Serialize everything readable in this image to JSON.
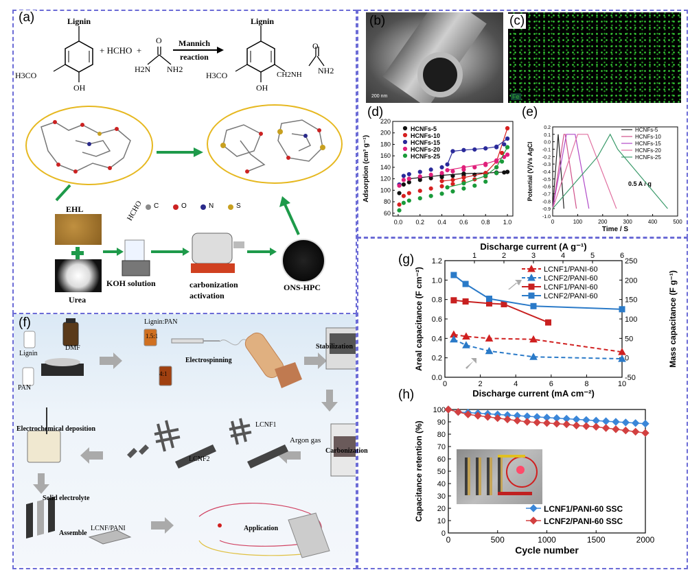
{
  "panel_labels": {
    "a": "(a)",
    "b": "(b)",
    "c": "(c)",
    "d": "(d)",
    "e": "(e)",
    "f": "(f)",
    "g": "(g)",
    "h": "(h)"
  },
  "panel_a": {
    "lignin_left": "Lignin",
    "lignin_right": "Lignin",
    "plus1": "+ HCHO  +",
    "arrow_top": "Mannich",
    "arrow_bottom": "reaction",
    "h3co_left": "H3CO",
    "oh_left": "OH",
    "h2n": "H2N",
    "nh2": "NH2",
    "o_urea": "O",
    "h3co_right": "H3CO",
    "oh_right": "OH",
    "ch2nh": "CH2NH",
    "nh2_right": "NH2",
    "o_right": "O",
    "legend": [
      "C",
      "O",
      "N",
      "S"
    ],
    "legend_colors": [
      "#8a8a8a",
      "#cc2222",
      "#2a2a8a",
      "#c8a020"
    ],
    "ehl": "EHL",
    "urea": "Urea",
    "hcho": "HCHO",
    "koh": "KOH solution",
    "carb1": "carbonization",
    "carb2": "activation",
    "onshpc": "ONS-HPC"
  },
  "panel_b": {
    "scale": "200 nm"
  },
  "panel_c": {
    "element": "Fe"
  },
  "panel_f": {
    "lignin": "Lignin",
    "pan": "PAN",
    "dmf": "DMF",
    "lignin_pan": "Lignin:PAN",
    "r1": "1.5:1",
    "r2": "4:1",
    "electrospinning": "Electrospinning",
    "stabilization": "Stabilization",
    "ecd": "Electrochemical deposition",
    "lcnf1": "LCNF1",
    "lcnf2": "LCNF2",
    "argon": "Argon gas",
    "carbonization": "Carbonization",
    "solid": "Solid electrolyte",
    "assemble": "Assemble",
    "lcnfpani": "LCNF/PANI",
    "application": "Application"
  },
  "chart_data": [
    {
      "id": "d",
      "type": "scatter",
      "ylabel": "Adsorption (cm³ g⁻¹)",
      "xlim": [
        -0.05,
        1.05
      ],
      "ylim": [
        55,
        220
      ],
      "xticks": [
        "0.0",
        "0.2",
        "0.4",
        "0.6",
        "0.8",
        "1.0"
      ],
      "yticks": [
        "60",
        "80",
        "100",
        "120",
        "140",
        "160",
        "180",
        "200",
        "220"
      ],
      "series": [
        {
          "name": "HCNFs-5",
          "color": "#111111",
          "ads": [
            [
              0.01,
              95
            ],
            [
              0.05,
              110
            ],
            [
              0.1,
              114
            ],
            [
              0.2,
              118
            ],
            [
              0.3,
              121
            ],
            [
              0.4,
              123
            ],
            [
              0.5,
              125
            ],
            [
              0.6,
              126
            ],
            [
              0.7,
              127
            ],
            [
              0.8,
              128
            ],
            [
              0.9,
              130
            ],
            [
              0.97,
              131
            ],
            [
              1.0,
              132
            ]
          ],
          "des": [
            [
              1.0,
              132
            ],
            [
              0.9,
              131
            ],
            [
              0.8,
              130
            ],
            [
              0.6,
              129
            ],
            [
              0.4,
              126
            ],
            [
              0.2,
              122
            ],
            [
              0.1,
              120
            ]
          ]
        },
        {
          "name": "HCNFs-10",
          "color": "#d62020",
          "ads": [
            [
              0.01,
              75
            ],
            [
              0.05,
              90
            ],
            [
              0.1,
              95
            ],
            [
              0.2,
              99
            ],
            [
              0.3,
              103
            ],
            [
              0.4,
              107
            ],
            [
              0.5,
              111
            ],
            [
              0.6,
              115
            ],
            [
              0.7,
              119
            ],
            [
              0.8,
              124
            ],
            [
              0.9,
              140
            ],
            [
              0.95,
              165
            ],
            [
              1.0,
              208
            ]
          ],
          "des": [
            [
              1.0,
              208
            ],
            [
              0.9,
              150
            ],
            [
              0.8,
              130
            ],
            [
              0.6,
              122
            ],
            [
              0.5,
              118
            ],
            [
              0.4,
              116
            ]
          ]
        },
        {
          "name": "HCNFs-15",
          "color": "#2a2a9a",
          "ads": [
            [
              0.01,
              110
            ],
            [
              0.05,
              125
            ],
            [
              0.1,
              128
            ],
            [
              0.2,
              132
            ],
            [
              0.3,
              136
            ],
            [
              0.4,
              140
            ],
            [
              0.5,
              168
            ],
            [
              0.6,
              170
            ],
            [
              0.7,
              171
            ],
            [
              0.8,
              173
            ],
            [
              0.9,
              175
            ],
            [
              0.97,
              180
            ],
            [
              1.0,
              190
            ]
          ],
          "des": [
            [
              1.0,
              190
            ],
            [
              0.9,
              176
            ],
            [
              0.8,
              173
            ],
            [
              0.6,
              170
            ],
            [
              0.5,
              168
            ],
            [
              0.45,
              145
            ]
          ]
        },
        {
          "name": "HCNFs-20",
          "color": "#e0207a",
          "ads": [
            [
              0.01,
              108
            ],
            [
              0.05,
              118
            ],
            [
              0.1,
              120
            ],
            [
              0.2,
              124
            ],
            [
              0.3,
              127
            ],
            [
              0.4,
              130
            ],
            [
              0.5,
              133
            ],
            [
              0.6,
              136
            ],
            [
              0.7,
              140
            ],
            [
              0.8,
              144
            ],
            [
              0.9,
              150
            ],
            [
              0.97,
              158
            ],
            [
              1.0,
              162
            ]
          ],
          "des": [
            [
              1.0,
              162
            ],
            [
              0.9,
              152
            ],
            [
              0.8,
              146
            ],
            [
              0.6,
              140
            ],
            [
              0.45,
              135
            ]
          ]
        },
        {
          "name": "HCNFs-25",
          "color": "#1a9a3a",
          "ads": [
            [
              0.01,
              65
            ],
            [
              0.05,
              78
            ],
            [
              0.1,
              82
            ],
            [
              0.2,
              86
            ],
            [
              0.3,
              90
            ],
            [
              0.4,
              94
            ],
            [
              0.5,
              98
            ],
            [
              0.6,
              103
            ],
            [
              0.7,
              108
            ],
            [
              0.8,
              115
            ],
            [
              0.9,
              130
            ],
            [
              0.95,
              150
            ],
            [
              1.0,
              175
            ]
          ],
          "des": [
            [
              1.0,
              175
            ],
            [
              0.9,
              140
            ],
            [
              0.8,
              125
            ],
            [
              0.6,
              112
            ],
            [
              0.45,
              105
            ]
          ]
        }
      ]
    },
    {
      "id": "e",
      "type": "line",
      "xlabel": "Time / S",
      "ylabel": "Potential (V)Vs AgCl",
      "annotation": "0.5 A / g",
      "xlim": [
        0,
        500
      ],
      "ylim": [
        -1.0,
        0.2
      ],
      "xticks": [
        "0",
        "100",
        "200",
        "300",
        "400",
        "500"
      ],
      "yticks": [
        "-1.0",
        "-0.9",
        "-0.8",
        "-0.7",
        "-0.6",
        "-0.5",
        "-0.4",
        "-0.3",
        "-0.2",
        "-0.1",
        "0.0",
        "0.1",
        "0.2"
      ],
      "series": [
        {
          "name": "HCNFs-5",
          "color": "#222222",
          "points": [
            [
              0,
              -0.9
            ],
            [
              22,
              0.1
            ],
            [
              45,
              -0.9
            ]
          ]
        },
        {
          "name": "HCNFs-10",
          "color": "#d0508a",
          "points": [
            [
              0,
              -0.9
            ],
            [
              45,
              0.1
            ],
            [
              50,
              0.1
            ],
            [
              95,
              -0.9
            ]
          ]
        },
        {
          "name": "HCNFs-15",
          "color": "#b04ac8",
          "points": [
            [
              0,
              -0.9
            ],
            [
              55,
              0.1
            ],
            [
              90,
              0.1
            ],
            [
              145,
              -0.9
            ]
          ]
        },
        {
          "name": "HCNFs-20",
          "color": "#e070a0",
          "points": [
            [
              0,
              -0.9
            ],
            [
              100,
              0.1
            ],
            [
              140,
              0.1
            ],
            [
              255,
              -0.9
            ]
          ]
        },
        {
          "name": "HCNFs-25",
          "color": "#3a9a6a",
          "points": [
            [
              0,
              -0.9
            ],
            [
              180,
              -0.2
            ],
            [
              230,
              0.1
            ],
            [
              260,
              -0.1
            ],
            [
              460,
              -0.9
            ]
          ]
        }
      ]
    },
    {
      "id": "g",
      "type": "line",
      "title": "Discharge  current (A g⁻¹)",
      "xlabel": "Discharge  current (mA cm⁻²)",
      "ylabel_left": "Areal capacitance (F cm⁻²)",
      "ylabel_right": "Mass capacitance (F g⁻¹)",
      "xlim": [
        0,
        10
      ],
      "ylim": [
        0,
        1.2
      ],
      "ylim_right": [
        -50,
        250
      ],
      "xlim_top": [
        0,
        6
      ],
      "xticks": [
        "0",
        "2",
        "4",
        "6",
        "8",
        "10"
      ],
      "xticks_top": [
        "1",
        "2",
        "3",
        "4",
        "5",
        "6"
      ],
      "yticks": [
        "0.0",
        "0.2",
        "0.4",
        "0.6",
        "0.8",
        "1.0",
        "1.2"
      ],
      "yticks_right": [
        "-50",
        "0",
        "50",
        "100",
        "150",
        "200",
        "250"
      ],
      "series": [
        {
          "name": "LCNF1/PANI-60",
          "axis": "left",
          "style": "dashed",
          "color": "#d02020",
          "marker": "triangle",
          "x": [
            0.5,
            1.2,
            2.5,
            5,
            10
          ],
          "values": [
            0.44,
            0.42,
            0.4,
            0.39,
            0.26
          ]
        },
        {
          "name": "LCNF2/PANI-60",
          "axis": "left",
          "style": "dashed",
          "color": "#2a7ac8",
          "marker": "triangle",
          "x": [
            0.5,
            1.2,
            2.5,
            5,
            10
          ],
          "values": [
            0.39,
            0.33,
            0.27,
            0.21,
            0.19
          ]
        },
        {
          "name": "LCNF1/PANI-60",
          "axis": "right",
          "style": "solid",
          "color": "#c82020",
          "marker": "square",
          "x": [
            0.3,
            0.7,
            1.5,
            2.0,
            3.5
          ],
          "values": [
            148,
            145,
            140,
            138,
            91
          ]
        },
        {
          "name": "LCNF2/PANI-60",
          "axis": "right",
          "style": "solid",
          "color": "#2a7ac8",
          "marker": "square",
          "x": [
            0.3,
            0.7,
            1.5,
            3.0,
            6.0
          ],
          "values": [
            213,
            190,
            152,
            133,
            125
          ]
        }
      ]
    },
    {
      "id": "h",
      "type": "line",
      "xlabel": "Cycle number",
      "ylabel": "Capacitance retention (%)",
      "xlim": [
        0,
        2000
      ],
      "ylim": [
        0,
        100
      ],
      "xticks": [
        "0",
        "500",
        "1000",
        "1500",
        "2000"
      ],
      "yticks": [
        "0",
        "10",
        "20",
        "30",
        "40",
        "50",
        "60",
        "70",
        "80",
        "90",
        "100"
      ],
      "series": [
        {
          "name": "LCNF1/PANI-60 SSC",
          "color": "#3a86d8",
          "marker": "diamond",
          "x": [
            0,
            100,
            200,
            300,
            400,
            500,
            600,
            700,
            800,
            900,
            1000,
            1100,
            1200,
            1300,
            1400,
            1500,
            1600,
            1700,
            1800,
            1900,
            2000
          ],
          "values": [
            100,
            98,
            97.5,
            97,
            96.5,
            96,
            95.5,
            95,
            94.5,
            94,
            93.5,
            93,
            92.5,
            92,
            91.5,
            91,
            90.5,
            90,
            89.5,
            89,
            88.5
          ]
        },
        {
          "name": "LCNF2/PANI-60 SSC",
          "color": "#d24040",
          "marker": "diamond",
          "x": [
            0,
            100,
            200,
            300,
            400,
            500,
            600,
            700,
            800,
            900,
            1000,
            1100,
            1200,
            1300,
            1400,
            1500,
            1600,
            1700,
            1800,
            1900,
            2000
          ],
          "values": [
            100,
            98,
            96,
            95,
            94,
            93,
            92,
            91,
            90,
            89.5,
            89,
            88.5,
            88,
            87,
            86.5,
            86,
            85,
            84,
            83,
            82,
            81
          ]
        }
      ]
    }
  ]
}
